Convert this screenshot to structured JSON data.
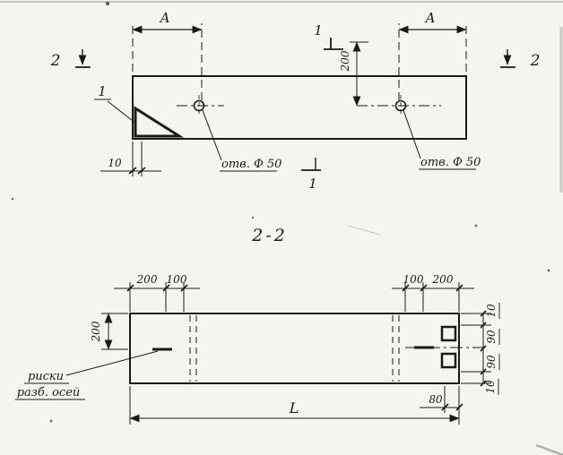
{
  "plan_view": {
    "dim_A_left": "A",
    "dim_A_right": "A",
    "section_mark_2_left": "2",
    "section_mark_2_right": "2",
    "section_mark_1_top": "1",
    "section_mark_1_bottom": "1",
    "detail_ref": "1",
    "dim_200_vertical": "200",
    "dim_10": "10",
    "hole_left_label": "отв. Ф 50",
    "hole_right_label": "отв. Ф 50"
  },
  "section_view": {
    "title": "2-2",
    "top_dims_left": [
      "200",
      "100"
    ],
    "top_dims_right": [
      "100",
      "200"
    ],
    "dim_height_200": "200",
    "right_chain_dims": [
      "10",
      "90",
      "90",
      "10"
    ],
    "dim_80": "80",
    "dim_length_L": "L",
    "axes_label": [
      "риски",
      "разб. осей"
    ]
  }
}
